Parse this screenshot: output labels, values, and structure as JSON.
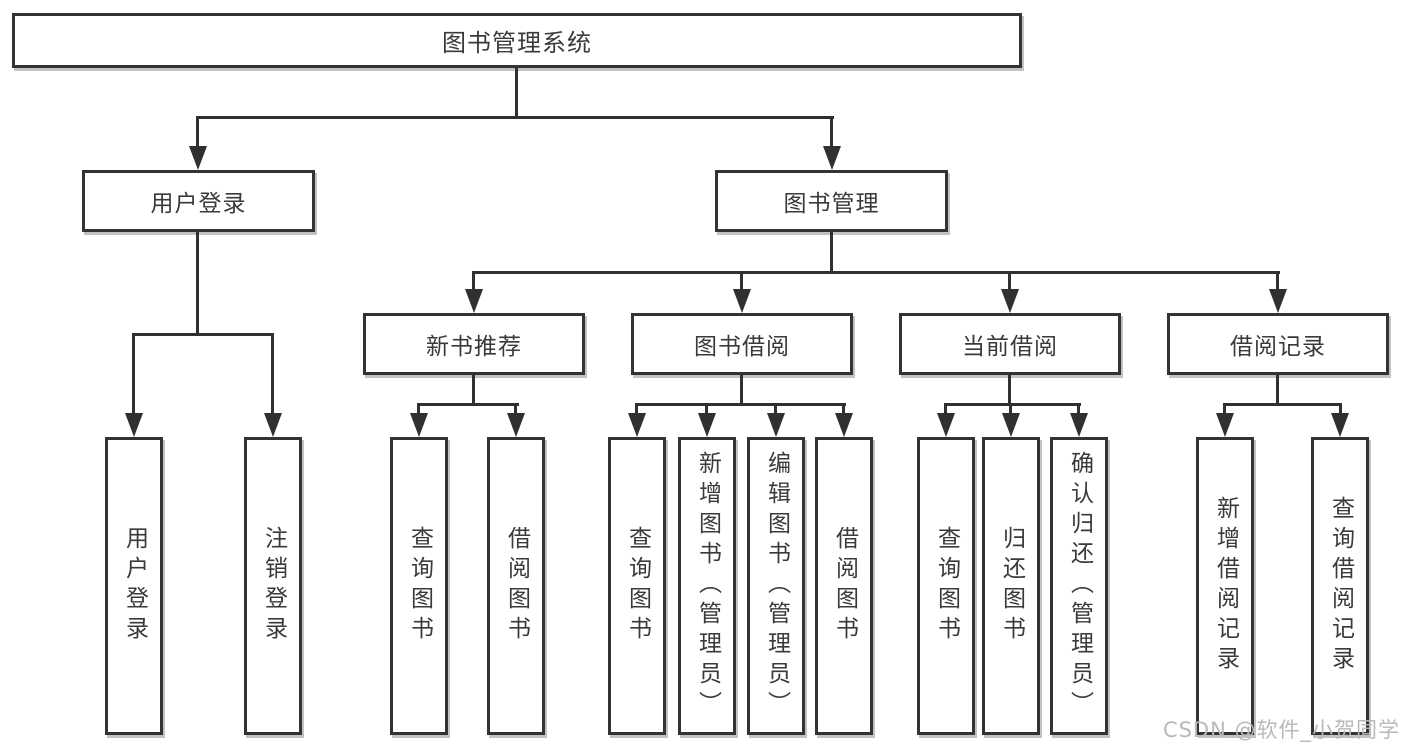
{
  "root_label": "图书管理系统",
  "level2": [
    {
      "label": "用户登录",
      "children": [
        "用户登录",
        "注销登录"
      ]
    },
    {
      "label": "图书管理"
    }
  ],
  "level3": [
    {
      "label": "新书推荐",
      "children": [
        "查询图书",
        "借阅图书"
      ]
    },
    {
      "label": "图书借阅",
      "children": [
        "查询图书",
        "新增图书（管理员）",
        "编辑图书（管理员）",
        "借阅图书"
      ]
    },
    {
      "label": "当前借阅",
      "children": [
        "查询图书",
        "归还图书",
        "确认归还（管理员）"
      ]
    },
    {
      "label": "借阅记录",
      "children": [
        "新增借阅记录",
        "查询借阅记录"
      ]
    }
  ],
  "watermark": "CSDN @软件_小贺同学",
  "colors": {
    "line": "#303030",
    "border": "#333333",
    "text": "#3a3a3a",
    "watermark": "#b9b9b9",
    "background": "#ffffff"
  }
}
